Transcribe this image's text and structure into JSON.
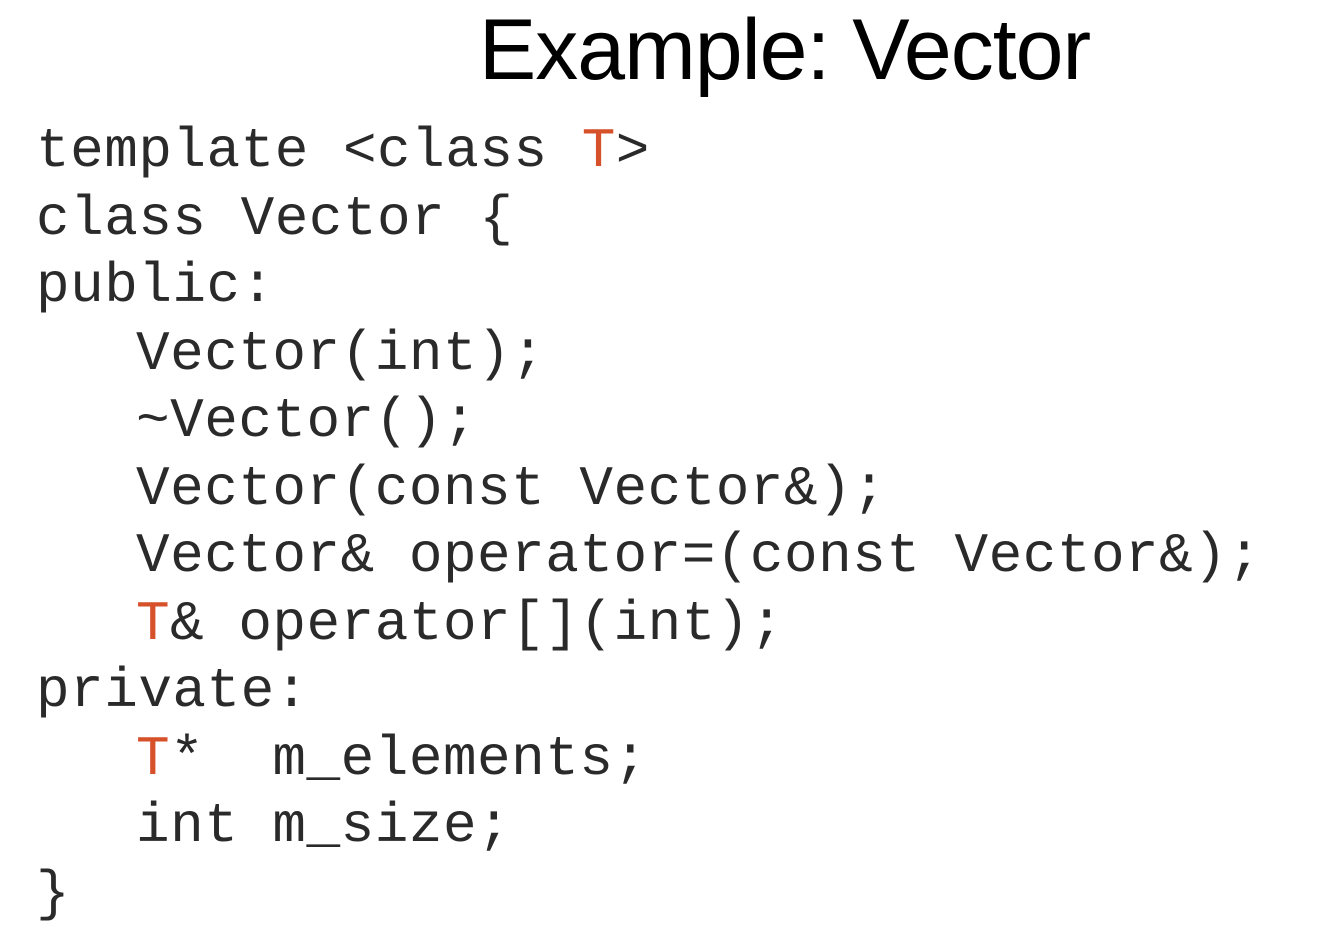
{
  "slide": {
    "title": "Example: Vector",
    "code": [
      {
        "indent": false,
        "segments": [
          {
            "text": "template <class ",
            "tparam": false
          },
          {
            "text": "T",
            "tparam": true
          },
          {
            "text": ">",
            "tparam": false
          }
        ]
      },
      {
        "indent": false,
        "segments": [
          {
            "text": "class Vector {",
            "tparam": false
          }
        ]
      },
      {
        "indent": false,
        "segments": [
          {
            "text": "public:",
            "tparam": false
          }
        ]
      },
      {
        "indent": true,
        "segments": [
          {
            "text": "Vector(int);",
            "tparam": false
          }
        ]
      },
      {
        "indent": true,
        "segments": [
          {
            "text": "~Vector();",
            "tparam": false
          }
        ]
      },
      {
        "indent": true,
        "segments": [
          {
            "text": "Vector(const Vector&);",
            "tparam": false
          }
        ]
      },
      {
        "indent": true,
        "segments": [
          {
            "text": "Vector& operator=(const Vector&);",
            "tparam": false
          }
        ]
      },
      {
        "indent": true,
        "segments": [
          {
            "text": "T",
            "tparam": true
          },
          {
            "text": "& operator[](int);",
            "tparam": false
          }
        ]
      },
      {
        "indent": false,
        "segments": [
          {
            "text": "private:",
            "tparam": false
          }
        ]
      },
      {
        "indent": true,
        "segments": [
          {
            "text": "T",
            "tparam": true
          },
          {
            "text": "*  m_elements;",
            "tparam": false
          }
        ]
      },
      {
        "indent": true,
        "segments": [
          {
            "text": "int m_size;",
            "tparam": false
          }
        ]
      },
      {
        "indent": false,
        "segments": [
          {
            "text": "}",
            "tparam": false
          }
        ]
      }
    ]
  },
  "colors": {
    "type_param": "#d6502a",
    "code_text": "#2a2a2a",
    "title_text": "#000000",
    "background": "#ffffff"
  }
}
